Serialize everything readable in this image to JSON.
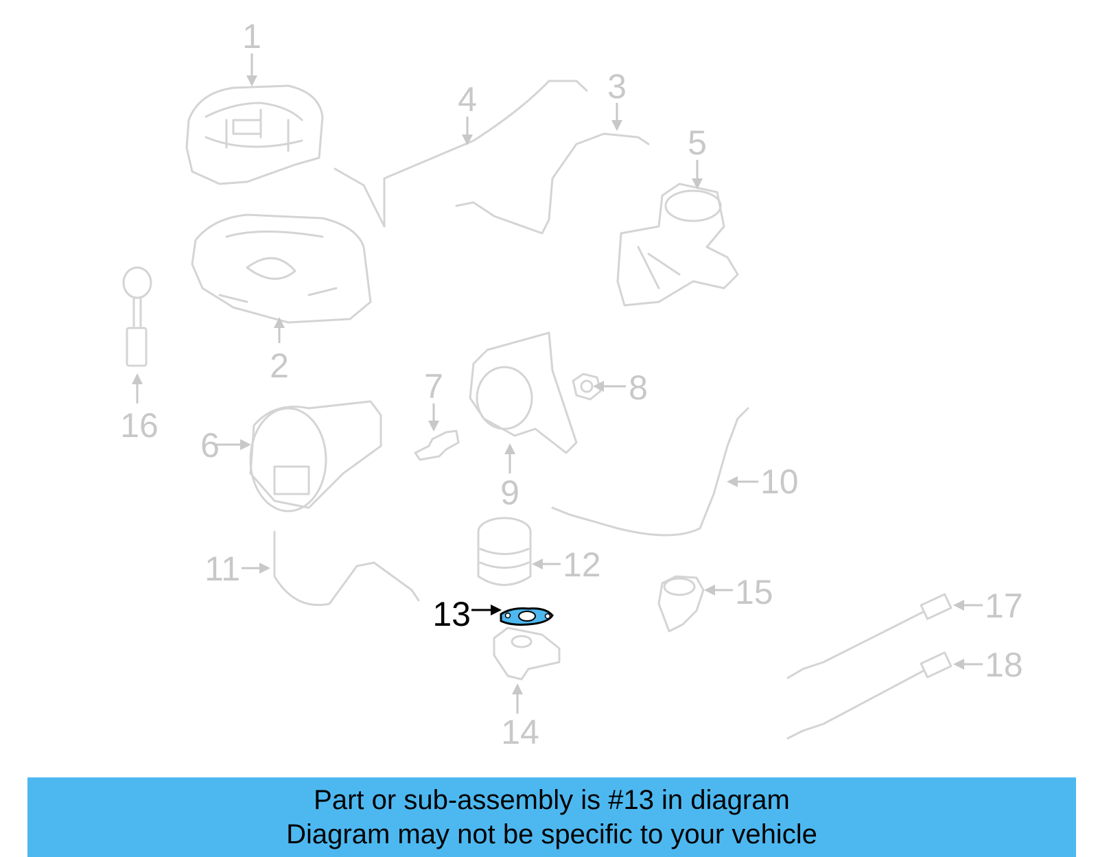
{
  "callouts": [
    {
      "num": "1"
    },
    {
      "num": "2"
    },
    {
      "num": "3"
    },
    {
      "num": "4"
    },
    {
      "num": "5"
    },
    {
      "num": "6"
    },
    {
      "num": "7"
    },
    {
      "num": "8"
    },
    {
      "num": "9"
    },
    {
      "num": "10"
    },
    {
      "num": "11"
    },
    {
      "num": "12"
    },
    {
      "num": "13"
    },
    {
      "num": "14"
    },
    {
      "num": "15"
    },
    {
      "num": "16"
    },
    {
      "num": "17"
    },
    {
      "num": "18"
    }
  ],
  "highlight": {
    "callout": "13",
    "color": "#4db8f0"
  },
  "banner": {
    "line1": "Part or sub-assembly is #13 in diagram",
    "line2": "Diagram may not be specific to your vehicle",
    "background": "#4db8f0"
  }
}
